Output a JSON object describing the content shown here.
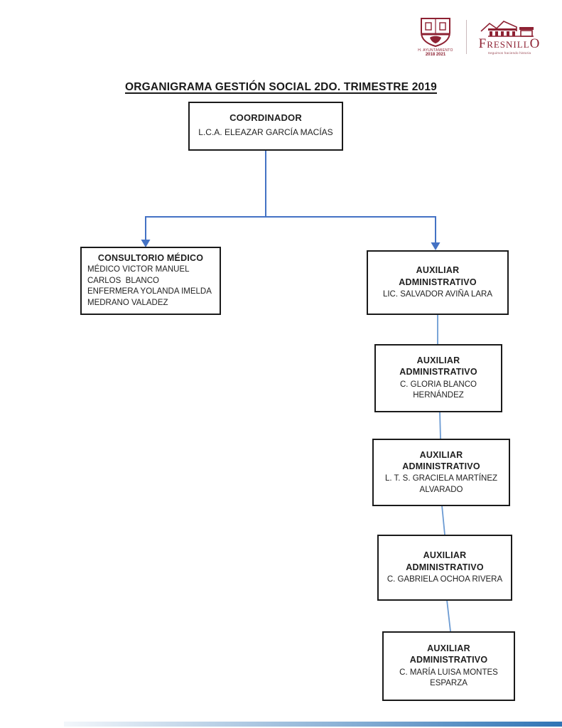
{
  "document": {
    "title": "ORGANIGRAMA GESTIÓN SOCIAL 2DO. TRIMESTRE 2019"
  },
  "header": {
    "crest": {
      "caption_line1": "H. AYUNTAMIENTO",
      "caption_years": "2018 2021"
    },
    "fresnillo": {
      "wordmark_initial": "F",
      "wordmark_body": "RESNILL",
      "wordmark_final": "O",
      "tagline": "Seguimos haciendo historia"
    }
  },
  "colors": {
    "connector_blue": "#4472C4",
    "connector_light_blue": "#6C9BD3",
    "brand_maroon": "#8E2233",
    "box_border": "#1A1A1A"
  },
  "org": {
    "nodes": [
      {
        "id": "coordinador",
        "title": "COORDINADOR",
        "lines": [
          "L.C.A. ELEAZAR GARCÍA MACÍAS"
        ]
      },
      {
        "id": "consultorio-medico",
        "title": "CONSULTORIO MÉDICO",
        "lines": [
          "MÉDICO VICTOR MANUEL",
          "CARLOS  BLANCO",
          "ENFERMERA YOLANDA IMELDA",
          "MEDRANO VALADEZ"
        ]
      },
      {
        "id": "auxiliar-administrativo-1",
        "title": "AUXILIAR ADMINISTRATIVO",
        "lines": [
          "LIC. SALVADOR AVIÑA LARA"
        ]
      },
      {
        "id": "auxiliar-administrativo-2",
        "title": "AUXILIAR ADMINISTRATIVO",
        "lines": [
          "C. GLORIA BLANCO HERNÁNDEZ"
        ]
      },
      {
        "id": "auxiliar-administrativo-3",
        "title": "AUXILIAR ADMINISTRATIVO",
        "lines": [
          "L. T. S. GRACIELA MARTÍNEZ ALVARADO"
        ]
      },
      {
        "id": "auxiliar-administrativo-4",
        "title": "AUXILIAR ADMINISTRATIVO",
        "lines": [
          "C. GABRIELA OCHOA RIVERA"
        ]
      },
      {
        "id": "auxiliar-administrativo-5",
        "title": "AUXILIAR ADMINISTRATIVO",
        "lines": [
          "C. MARÍA LUISA MONTES ESPARZA"
        ]
      }
    ]
  }
}
